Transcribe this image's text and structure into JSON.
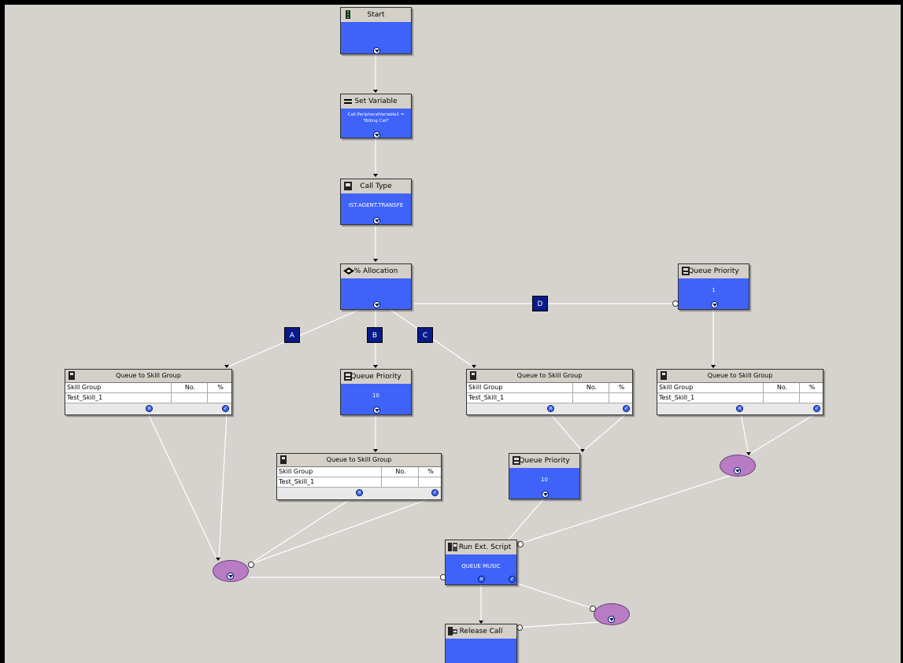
{
  "nodes": {
    "start": {
      "title": "Start"
    },
    "set_variable": {
      "title": "Set Variable",
      "value_line1": "Call.PeripheralVariable1 =",
      "value_line2": "\"Billing Call\""
    },
    "call_type": {
      "title": "Call Type",
      "value": "IST.AGENT.TRANSFE"
    },
    "allocation": {
      "title": "% Allocation"
    },
    "queue_priority_top": {
      "title": "Queue Priority",
      "value": "1"
    },
    "queue_priority_b": {
      "title": "Queue Priority",
      "value": "10"
    },
    "queue_priority_c": {
      "title": "Queue Priority",
      "value": "10"
    },
    "run_ext_script": {
      "title": "Run Ext. Script",
      "value": "QUEUE MUSIC"
    },
    "release_call": {
      "title": "Release Call"
    }
  },
  "queue_to_skill_group": {
    "title": "Queue to Skill Group",
    "col_skill_group": "Skill Group",
    "col_no": "No.",
    "col_pct": "%",
    "skill": "Test_Skill_1"
  },
  "branches": {
    "a": "A",
    "b": "B",
    "c": "C",
    "d": "D"
  },
  "colors": {
    "canvas": "#d6d3ce",
    "node_body": "#3f62f8",
    "branch_label": "#0a1a8a",
    "connector": "#b77cc4"
  },
  "icons": {
    "start": "traffic-light-icon",
    "set_variable": "equals-icon",
    "call_type": "phone-icon",
    "allocation": "diamond-arrows-icon",
    "queue_priority": "queue-priority-icon",
    "queue_to_skill_group": "phone-handset-icon",
    "run_ext_script": "script-icon",
    "release_call": "release-icon"
  }
}
